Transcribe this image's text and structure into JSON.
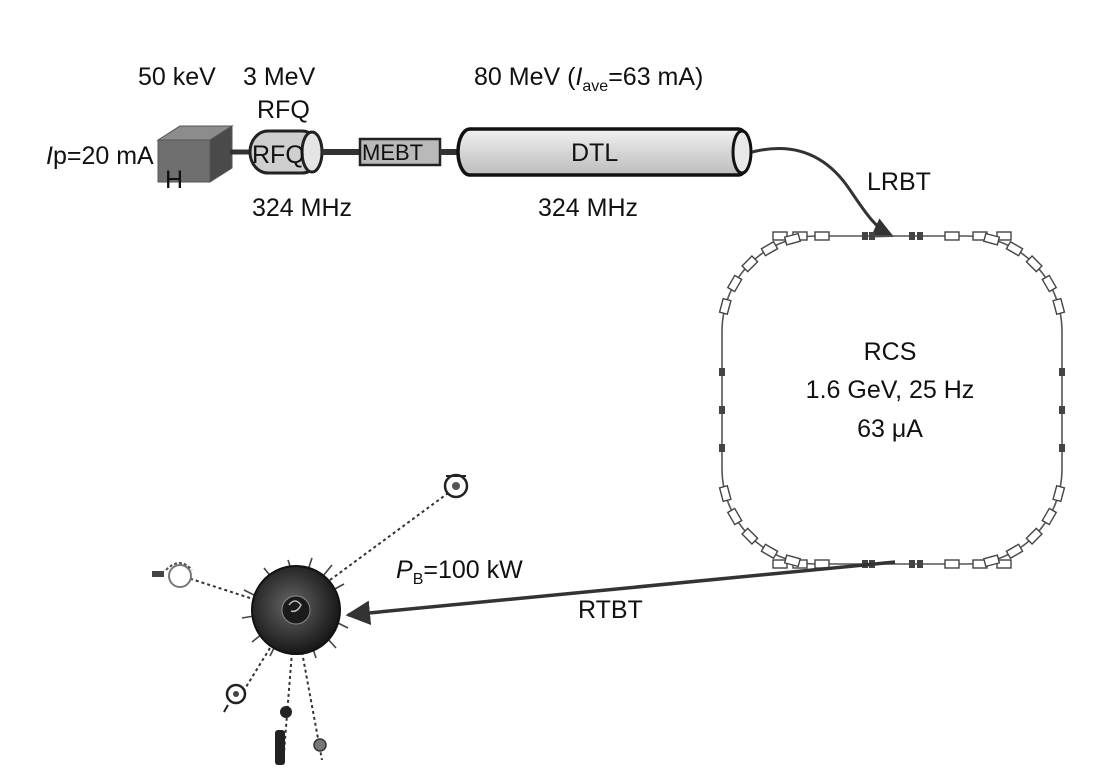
{
  "labels": {
    "source_energy": "50 keV",
    "rfq_energy": "3 MeV",
    "rfq_top": "RFQ",
    "rfq_inner": "RFQ",
    "peak_current_prefix": "I",
    "peak_current_value": "p=20 mA",
    "ion_source": "H",
    "rfq_freq": "324 MHz",
    "mebt": "MEBT",
    "dtl": "DTL",
    "dtl_energy_prefix": "80 MeV (",
    "dtl_current_symbol": "I",
    "dtl_current_sub": "ave",
    "dtl_current_value": "=63 mA)",
    "dtl_freq": "324 MHz",
    "lrbt": "LRBT",
    "rcs_name": "RCS",
    "rcs_energy": "1.6 GeV, 25 Hz",
    "rcs_current": "63 μA",
    "power_symbol": "P",
    "power_sub": "B",
    "power_value": "=100 kW",
    "rtbt": "RTBT"
  },
  "colors": {
    "line": "#333333",
    "fill_light": "#d9d9d9",
    "fill_dark": "#3a3a3a"
  }
}
